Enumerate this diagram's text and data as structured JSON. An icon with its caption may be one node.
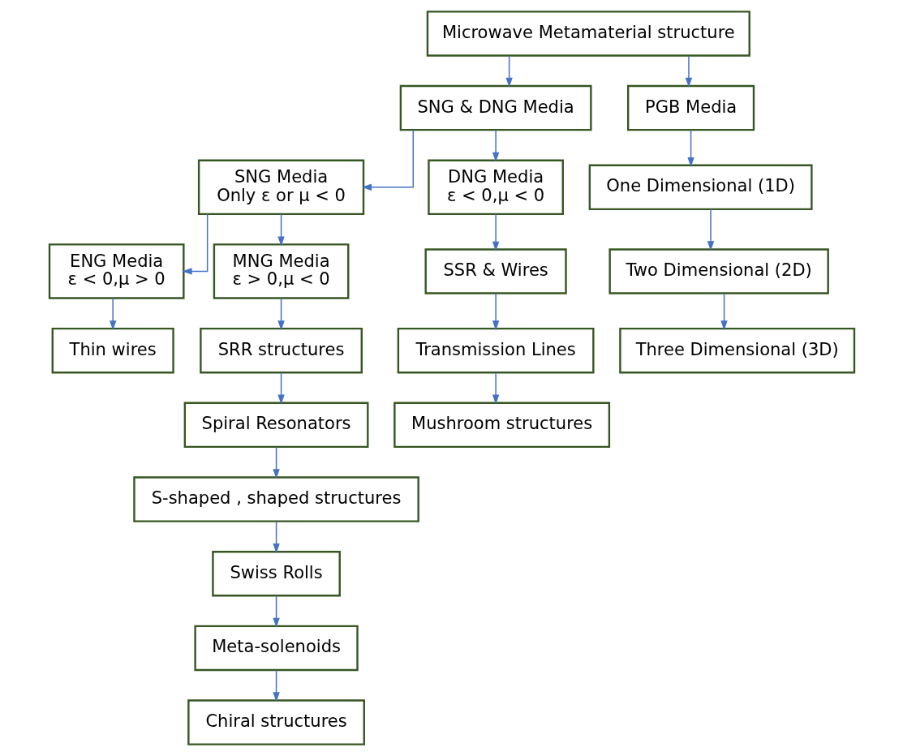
{
  "diagram": {
    "nodes": [
      {
        "text": [
          "Microwave Metamaterial structure"
        ]
      },
      {
        "text": [
          "SNG & DNG Media"
        ]
      },
      {
        "text": [
          "PGB Media"
        ]
      },
      {
        "text": [
          "SNG Media",
          "Only ε or μ < 0"
        ]
      },
      {
        "text": [
          "DNG Media",
          "ε < 0,μ < 0"
        ]
      },
      {
        "text": [
          "One Dimensional (1D)"
        ]
      },
      {
        "text": [
          "ENG Media",
          "ε < 0,μ > 0"
        ]
      },
      {
        "text": [
          "MNG Media",
          "ε > 0,μ < 0"
        ]
      },
      {
        "text": [
          "SSR & Wires"
        ]
      },
      {
        "text": [
          "Two Dimensional (2D)"
        ]
      },
      {
        "text": [
          "Thin wires"
        ]
      },
      {
        "text": [
          "SRR structures"
        ]
      },
      {
        "text": [
          "Transmission Lines"
        ]
      },
      {
        "text": [
          "Mushroom structures"
        ]
      },
      {
        "text": [
          "Three Dimensional (3D)"
        ]
      },
      {
        "text": [
          "Spiral Resonators"
        ]
      },
      {
        "text": [
          "S-shaped , shaped structures"
        ]
      },
      {
        "text": [
          "Swiss Rolls"
        ]
      },
      {
        "text": [
          "Meta-solenoids"
        ]
      },
      {
        "text": [
          "Chiral structures"
        ]
      }
    ],
    "edges": [
      {
        "from": 0,
        "to": 1,
        "arrow": "to"
      },
      {
        "from": 0,
        "to": 2,
        "arrow": "to"
      },
      {
        "from": 1,
        "to": 3,
        "arrow": "to"
      },
      {
        "from": 1,
        "to": 4,
        "arrow": "to"
      },
      {
        "from": 3,
        "to": 6,
        "arrow": "to"
      },
      {
        "from": 3,
        "to": 7,
        "arrow": "to"
      },
      {
        "from": 6,
        "to": 10,
        "arrow": "to"
      },
      {
        "from": 7,
        "to": 11,
        "arrow": "to"
      },
      {
        "from": 11,
        "to": 15,
        "arrow": "to"
      },
      {
        "from": 15,
        "to": 16,
        "arrow": "to"
      },
      {
        "from": 16,
        "to": 17,
        "arrow": "to"
      },
      {
        "from": 17,
        "to": 18,
        "arrow": "to"
      },
      {
        "from": 18,
        "to": 19,
        "arrow": "to"
      },
      {
        "from": 4,
        "to": 8,
        "arrow": "to"
      },
      {
        "from": 8,
        "to": 12,
        "arrow": "to"
      },
      {
        "from": 12,
        "to": 13,
        "arrow": "to"
      },
      {
        "from": 2,
        "to": 5,
        "arrow": "to"
      },
      {
        "from": 5,
        "to": 9,
        "arrow": "to"
      },
      {
        "from": 9,
        "to": 14,
        "arrow": "to"
      }
    ]
  }
}
